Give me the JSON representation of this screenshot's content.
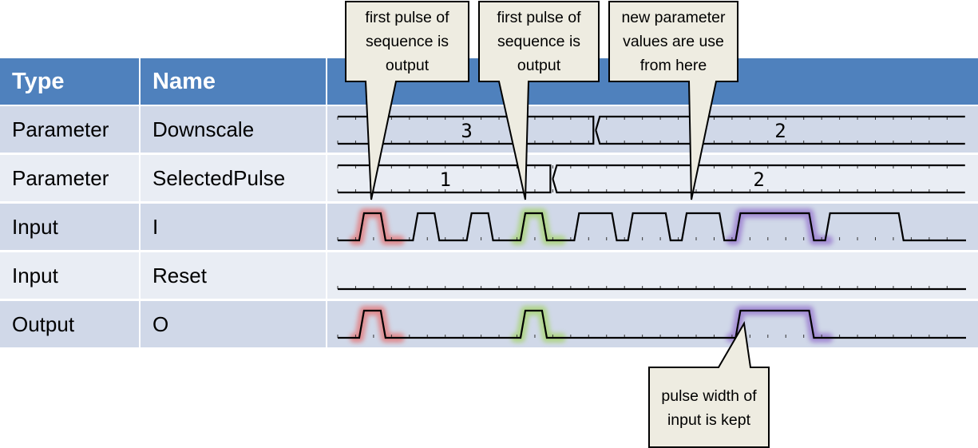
{
  "table": {
    "headers": [
      "Type",
      "Name",
      ""
    ],
    "rows": [
      {
        "type": "Parameter",
        "name": "Downscale"
      },
      {
        "type": "Parameter",
        "name": "SelectedPulse"
      },
      {
        "type": "Input",
        "name": "I"
      },
      {
        "type": "Input",
        "name": "Reset"
      },
      {
        "type": "Output",
        "name": "O"
      }
    ]
  },
  "timing": {
    "tick_count": 35,
    "signals": {
      "Downscale": {
        "kind": "bus",
        "segments": [
          {
            "from": 0,
            "to": 14.4,
            "value": "3"
          },
          {
            "from": 14.4,
            "to": 35,
            "value": "2"
          }
        ]
      },
      "SelectedPulse": {
        "kind": "bus",
        "segments": [
          {
            "from": 0,
            "to": 12.0,
            "value": "1"
          },
          {
            "from": 12.0,
            "to": 35,
            "value": "2"
          }
        ]
      },
      "I": {
        "kind": "digital",
        "high_intervals": [
          [
            1.2,
            2.4
          ],
          [
            4.2,
            5.4
          ],
          [
            7.2,
            8.4
          ],
          [
            10.2,
            11.4
          ],
          [
            13.2,
            15.3
          ],
          [
            16.2,
            18.3
          ],
          [
            19.2,
            21.3
          ],
          [
            22.2,
            26.3
          ],
          [
            27.2,
            31.3
          ]
        ]
      },
      "Reset": {
        "kind": "digital",
        "high_intervals": []
      },
      "O": {
        "kind": "digital",
        "high_intervals": [
          [
            1.2,
            2.4
          ],
          [
            10.2,
            11.4
          ],
          [
            22.2,
            26.3
          ]
        ]
      }
    },
    "highlights": [
      {
        "signal": "I",
        "interval": [
          1.2,
          2.4
        ],
        "color": "#e57373"
      },
      {
        "signal": "O",
        "interval": [
          1.2,
          2.4
        ],
        "color": "#e57373"
      },
      {
        "signal": "I",
        "interval": [
          10.2,
          11.4
        ],
        "color": "#a5d46a"
      },
      {
        "signal": "O",
        "interval": [
          10.2,
          11.4
        ],
        "color": "#a5d46a"
      },
      {
        "signal": "I",
        "interval": [
          22.2,
          26.3
        ],
        "color": "#9575cd"
      },
      {
        "signal": "O",
        "interval": [
          22.2,
          26.3
        ],
        "color": "#9575cd"
      }
    ]
  },
  "callouts": [
    {
      "text": "first pulse of sequence is output"
    },
    {
      "text": "first pulse of sequence is output"
    },
    {
      "text": "new parameter values are use from here"
    },
    {
      "text": "pulse width of input is kept"
    }
  ],
  "colors": {
    "header": "#4f81bd",
    "row_odd": "#d0d8e8",
    "row_even": "#e9edf4",
    "callout_fill": "#eeece1"
  }
}
